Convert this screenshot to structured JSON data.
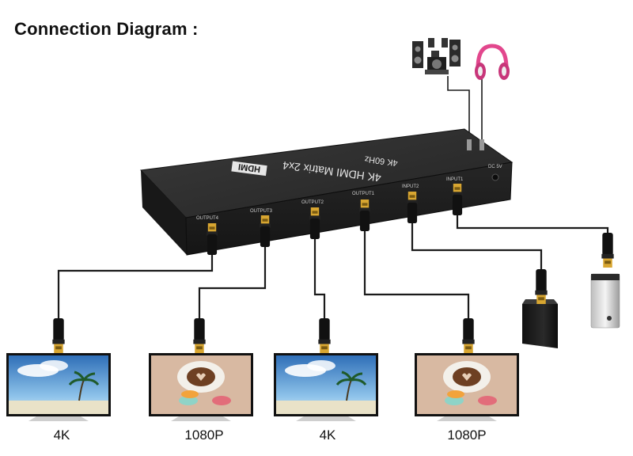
{
  "title": "Connection Diagram :",
  "device": {
    "name": "4K HDMI Matrix 2x4",
    "subtitle": "4K 60Hz",
    "logo": "HDMI",
    "dc_label": "DC 5V",
    "ports": [
      "OUTPUT4",
      "OUTPUT3",
      "OUTPUT2",
      "OUTPUT1",
      "INPUT2",
      "INPUT1"
    ]
  },
  "displays": [
    {
      "label": "4K",
      "screen": "beach-palm"
    },
    {
      "label": "1080P",
      "screen": "coffee-macarons"
    },
    {
      "label": "4K",
      "screen": "beach-palm"
    },
    {
      "label": "1080P",
      "screen": "coffee-macarons"
    }
  ],
  "sources": [
    "game-console",
    "pc-tower"
  ],
  "audio": [
    "speaker-system",
    "headphones"
  ],
  "colors": {
    "device_body": "#2b2b2b",
    "cable": "#1a1a1a",
    "connector_gold": "#d8a631",
    "sky": "#3f7fc4",
    "headphone_pink": "#e2478d"
  }
}
